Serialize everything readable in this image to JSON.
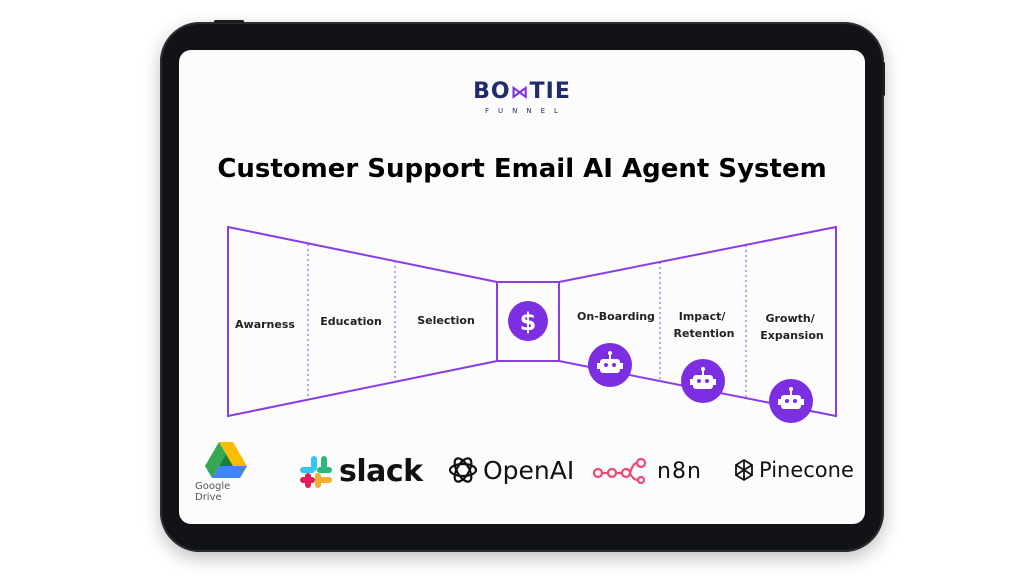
{
  "brand": {
    "name_left": "BO",
    "name_right": "TIE",
    "subtitle": "FUNNEL"
  },
  "title": "Customer Support Email AI Agent System",
  "stages": [
    {
      "lines": [
        "Awarness"
      ]
    },
    {
      "lines": [
        "Education"
      ]
    },
    {
      "lines": [
        "Selection"
      ]
    },
    {
      "lines": [
        "$"
      ]
    },
    {
      "lines": [
        "On-Boarding"
      ]
    },
    {
      "lines": [
        "Impact/",
        "Retention"
      ]
    },
    {
      "lines": [
        "Growth/",
        "Expansion"
      ]
    }
  ],
  "logos": {
    "google_drive": "Google Drive",
    "slack": "slack",
    "openai": "OpenAI",
    "n8n": "n8n",
    "pinecone": "Pinecone"
  },
  "colors": {
    "accent": "#7b2fe0",
    "navy": "#1f2b6b",
    "funnel_stroke": "#8a3ce8"
  }
}
